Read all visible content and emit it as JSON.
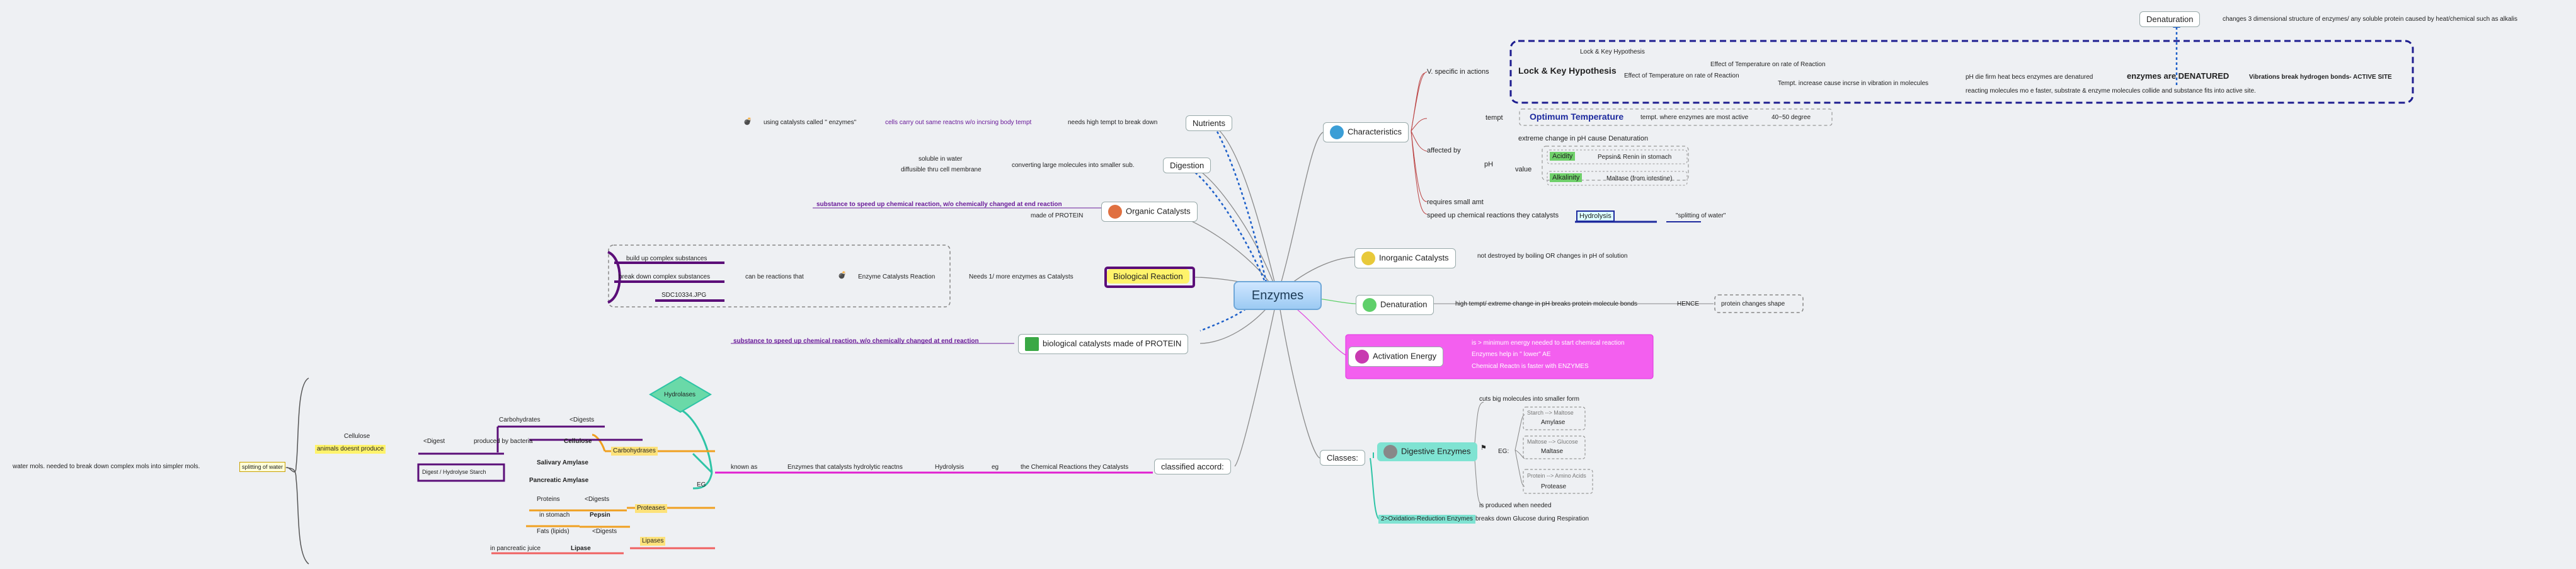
{
  "colors": {
    "line": "#8a8a8a",
    "purple": "#5b0e78",
    "navy": "#1d2a9e",
    "teal": "#2ec4a6",
    "magenta": "#e020d0",
    "orange": "#f0a020",
    "pink": "#f35fef",
    "yellow": "#fff36b",
    "green": "#5fd06a"
  },
  "center": {
    "label": "Enzymes"
  },
  "denaturation_top": {
    "label": "Denaturation",
    "note": "changes 3 dimensional structure of enzymes/ any soluble protein caused by heat/chemical such as alkalis"
  },
  "characteristics": {
    "label": "Characteristics",
    "specific": "V. specific in actions",
    "lock_key_small": "Lock & Key Hypothesis",
    "lock_key_big": "Lock & Key Hypothesis",
    "effect_temp_1": "Effect of Temperature on rate of Reaction",
    "effect_temp_2": "Effect of Temperature on rate of Reaction",
    "tempt_increase": "Tempt. increase cause incrse in vibration in molecules",
    "pH_bias": "pH die firm heat becs enzymes are denatured",
    "denatured": "enzymes are DENATURED",
    "vibrations": "Vibrations break hydrogen bonds- ACTIVE SITE",
    "reacting": "reacting molecules mo e faster, substrate & enzyme molecules collide and substance fits into active site.",
    "tempt": "tempt",
    "optimum": "Optimum Temperature",
    "tempt_where": "tempt. where enzymes are most active",
    "range": "40~50 degree",
    "affected_by": "affected by",
    "extreme_change": "extreme change in pH cause Denaturation",
    "ph": "pH",
    "value": "value",
    "acidity": "Acidity",
    "pepsin": "Pepsin& Renin in stomach",
    "alkalinity": "Alkalinity",
    "maltase_int": "Maltase (from intestine)",
    "requires_small": "requires small amt",
    "speed_up": "speed up chemical reactions they catalysts",
    "hydrolysis": "Hydrolysis",
    "splitting_water": "\"splitting of water\""
  },
  "nutrients": {
    "label": "Nutrients",
    "using_catalysts": "using catalysts called \" enzymes\"",
    "cells_carry": "cells carry out same reactns w/o incrsing body tempt",
    "needs_high": "needs high tempt to break down"
  },
  "digestion": {
    "label": "Digestion",
    "soluble": "soluble in water",
    "diffusible": "diffusible thru cell membrane",
    "converting": "converting large molecules into smaller sub."
  },
  "organic_catalysts": {
    "label": "Organic Catalysts",
    "substance": "substance to speed up chemical reaction, w/o chemically changed at end reaction",
    "made_of": "made of PROTEIN"
  },
  "biological_reaction": {
    "label": "Biological Reaction",
    "needs": "Needs 1/ more enzymes as Catalysts",
    "enzyme_cat": "Enzyme Catalysts Reaction",
    "can_be": "can be reactions that",
    "build_up": "build up complex substances",
    "break_down": "break down complex substances",
    "file": "SDC10334.JPG"
  },
  "bio_catalysts": {
    "label": "biological catalysts made of PROTEIN",
    "substance": "substance to speed up chemical reaction, w/o chemically changed at end reaction"
  },
  "inorganic": {
    "label": "Inorganic Catalysts",
    "note": "not destroyed by boiling OR changes in pH of solution"
  },
  "denaturation": {
    "label": "Denaturation",
    "high_tempt": "high tempt/ extreme change in pH breaks protein molecule bonds",
    "hence": "HENCE",
    "protein_changes": "protein changes shape"
  },
  "activation": {
    "label": "Activation Energy",
    "line1": "is > minimum energy needed to start chemical reaction",
    "line2": "Enzymes help in \" lower\" AE",
    "line3": "Chemical Reactn is faster with ENZYMES"
  },
  "classes": {
    "label": "Classes:",
    "digestive": "Digestive Enzymes",
    "cuts_big": "cuts big molecules into smaller form",
    "eg": "EG:",
    "starch_maltose": "Starch --> Maltose",
    "amylase": "Amylase",
    "maltose_glucose": "Maltose --> Glucose",
    "maltase": "Maltase",
    "protein_amino": "Protein --> Amino Acids",
    "protease": "Protease",
    "produced_when": "is produced when needed",
    "oxidation": "2>Oxidation-Reduction Enzymes",
    "breaks_glucose": "breaks down Glucose during Respiration"
  },
  "classified": {
    "label": "classified accord:",
    "the_chemical": "the Chemical Reactions they Catalysts",
    "eg": "eg",
    "hydrolysis": "Hydrolysis",
    "enzymes_that": "Enzymes that catalysts hydrolytic reactns",
    "known_as": "known as",
    "hydrolases": "Hydrolases",
    "eg2": "EG",
    "carbohydrases": "Carbohydrases",
    "carbohydrates": "Carbohydrates",
    "digests": "<Digests",
    "cellulose": "Cellulose",
    "produced_bacteria": "produced by bacteria",
    "digest": "<Digest",
    "animals_not": "animals doesnt produce",
    "cellulose2": "Cellulose",
    "splitting": "splitting of water",
    "water_mols": "water mols. needed to break down complex mols into simpler mols.",
    "salivary": "Salivary Amylase",
    "pancreatic": "Pancreatic Amylase",
    "digest_hydrolyse": "Digest / Hydrolyse Starch",
    "proteases": "Proteases",
    "proteins": "Proteins",
    "digests2": "<Digests",
    "in_stomach": "in stomach",
    "pepsin": "Pepsin",
    "lipases": "Lipases",
    "fats": "Fats (lipids)",
    "digests3": "<Digests",
    "in_pancreatic": "in pancreatic juice",
    "lipase": "Lipase"
  }
}
